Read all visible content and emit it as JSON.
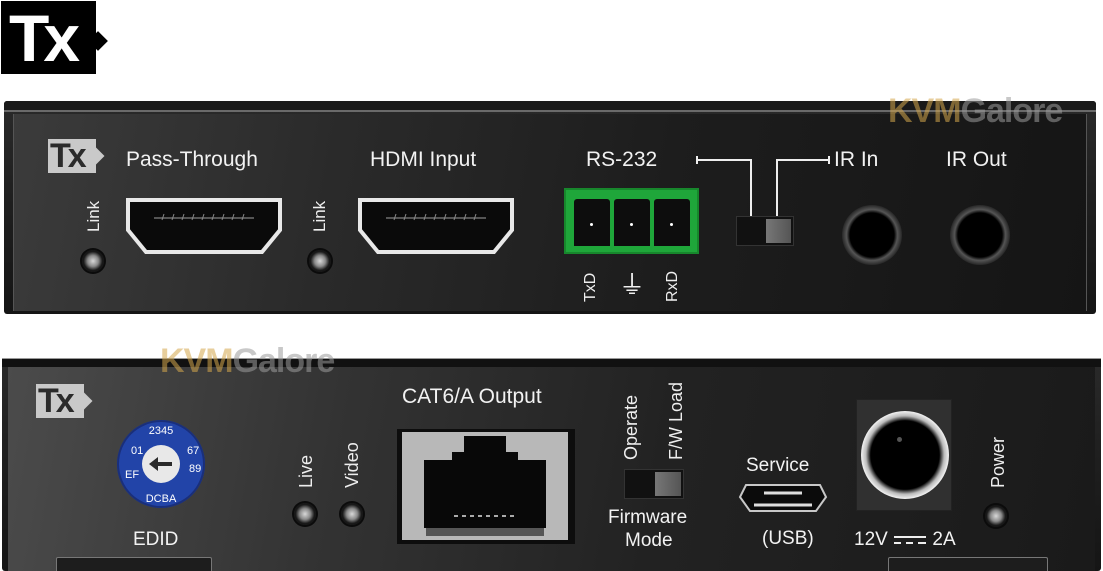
{
  "logo": {
    "text": "Tx"
  },
  "watermark": {
    "part1": "KVM",
    "part2": "Galore"
  },
  "front_panel": {
    "badge": "Tx",
    "pass_through": {
      "label": "Pass-Through",
      "led_label": "Link"
    },
    "hdmi_input": {
      "label": "HDMI Input",
      "led_label": "Link"
    },
    "rs232": {
      "label": "RS-232",
      "pins": [
        "TxD",
        "⏚",
        "RxD"
      ]
    },
    "ir_in": {
      "label": "IR In"
    },
    "ir_out": {
      "label": "IR Out"
    }
  },
  "rear_panel": {
    "badge": "Tx",
    "edid": {
      "label": "EDID",
      "dial_digits": "0123456789ABCDEF"
    },
    "leds": [
      {
        "label": "Live"
      },
      {
        "label": "Video"
      }
    ],
    "cat6_output": {
      "label": "CAT6/A Output"
    },
    "firmware_mode": {
      "label_line1": "Firmware",
      "label_line2": "Mode",
      "option_left": "Operate",
      "option_right": "F/W Load"
    },
    "service": {
      "label": "Service",
      "sublabel": "(USB)"
    },
    "power_input": {
      "label": "12V ⎓ 2A",
      "volts": "12V",
      "amps": "2A"
    },
    "power_led": {
      "label": "Power"
    }
  },
  "colors": {
    "terminal_green": "#1fa63a",
    "rotary_blue": "#2244a8",
    "watermark_gold": "#d4a74c"
  }
}
